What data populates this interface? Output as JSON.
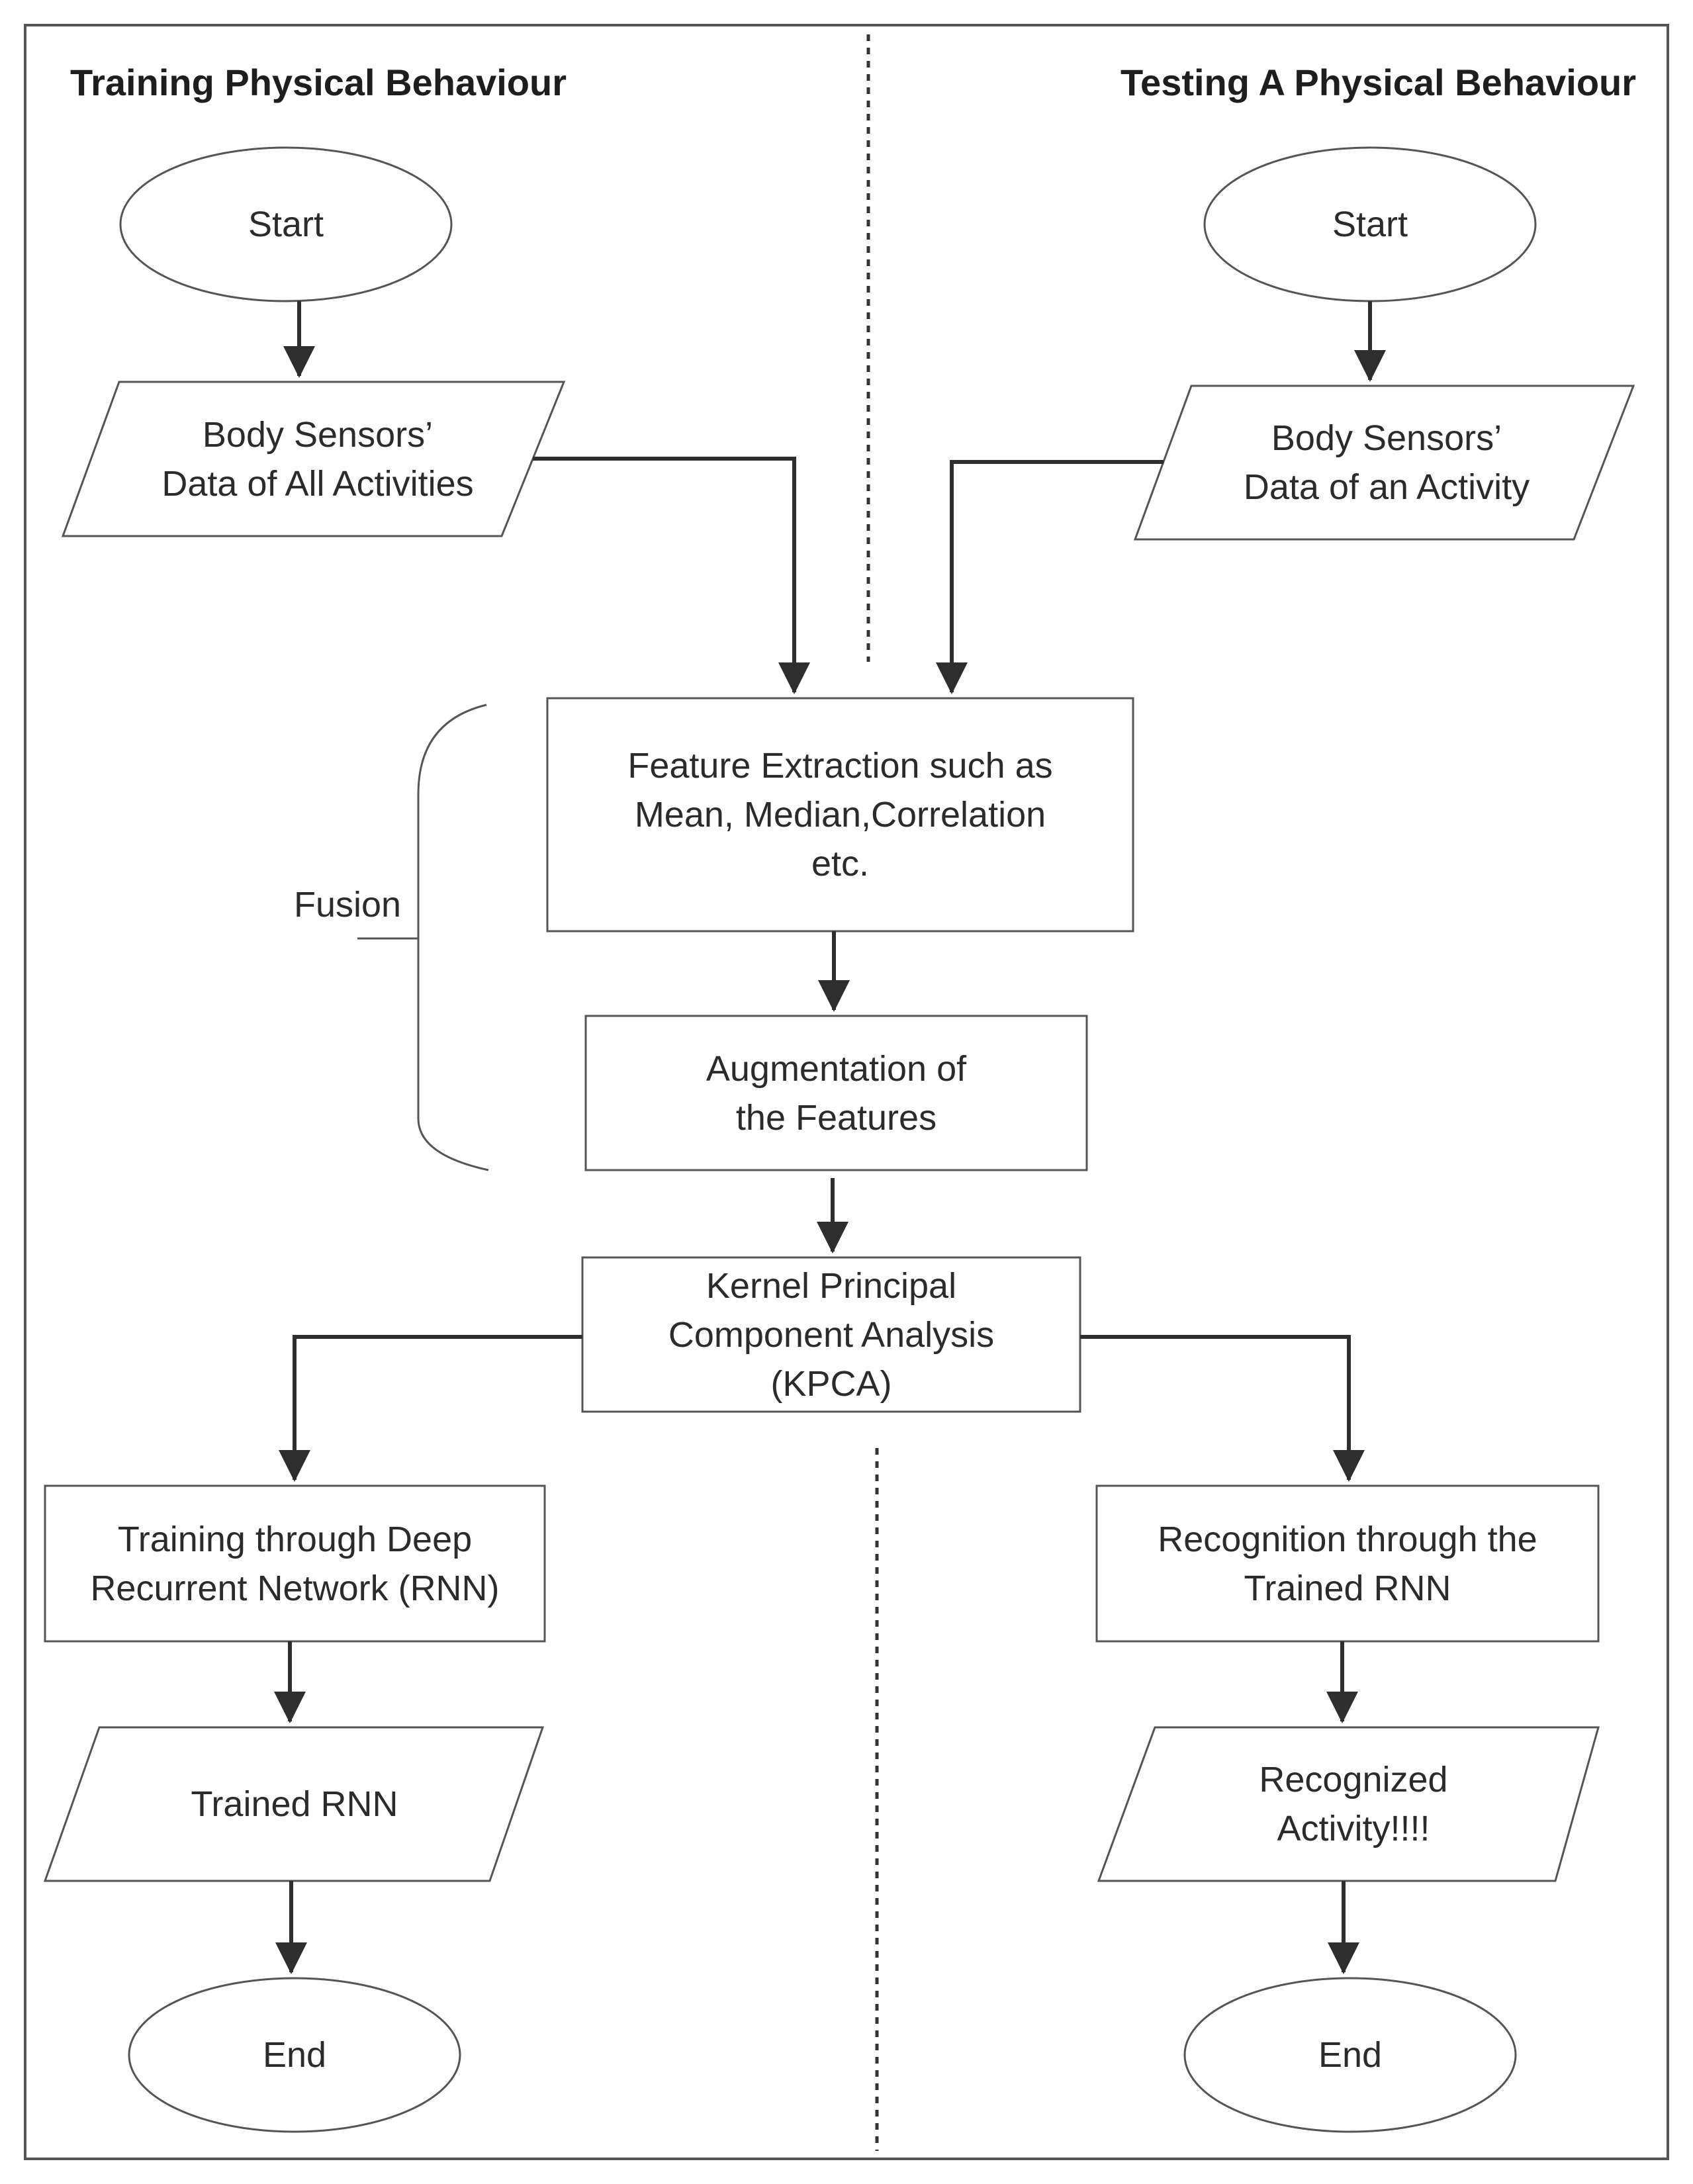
{
  "diagram": {
    "training_heading": "Training Physical Behaviour",
    "testing_heading": "Testing A Physical Behaviour",
    "fusion_label": "Fusion",
    "nodes": {
      "train_start": "Start",
      "train_data": "Body Sensors’\nData of All Activities",
      "test_start": "Start",
      "test_data": "Body Sensors’\nData of an Activity",
      "feature_extraction": "Feature Extraction such as\nMean, Median,Correlation\netc.",
      "augmentation": "Augmentation of\nthe Features",
      "kpca": "Kernel Principal\nComponent Analysis\n(KPCA)",
      "train_rnn": "Training through Deep\nRecurrent Network (RNN)",
      "recognition": "Recognition through the\nTrained RNN",
      "trained_rnn": "Trained RNN",
      "recognized_activity": "Recognized\nActivity!!!!",
      "train_end": "End",
      "test_end": "End"
    }
  }
}
